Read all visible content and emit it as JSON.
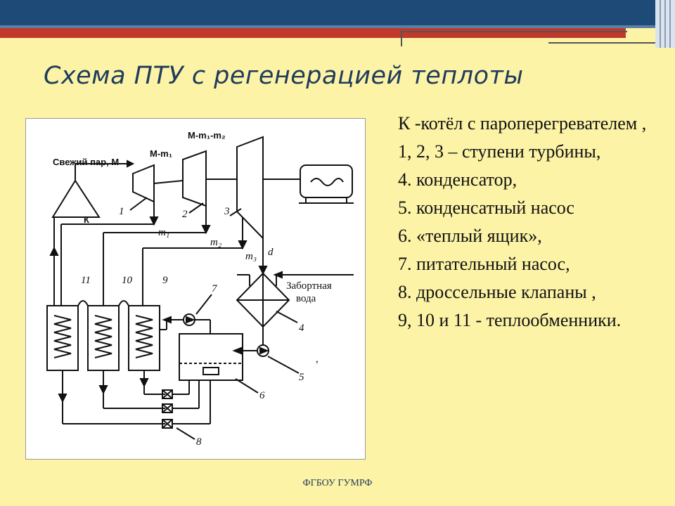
{
  "slide": {
    "title": "Схема ПТУ с регенерацией теплоты",
    "footer": "ФГБОУ ГУМРФ"
  },
  "diagram": {
    "fresh_steam_label": "Свежий пар, М",
    "boiler_label": "К",
    "flow_label_1": "М-m₁",
    "flow_label_2": "М-m₁-m₂",
    "stage_labels": [
      "1",
      "2",
      "3"
    ],
    "extraction_labels": [
      "m₁",
      "m₂",
      "m₃"
    ],
    "exhaust_label": "d",
    "heat_exchanger_labels": [
      "11",
      "10",
      "9"
    ],
    "pump_label": "7",
    "sea_water_label_1": "Забортная",
    "sea_water_label_2": "вода",
    "condenser_label": "4",
    "condensate_pump_label": "5",
    "hot_well_label": "6",
    "throttle_label": "8",
    "stray_mark": ","
  },
  "legend": {
    "items": [
      "К -котёл с пароперегревателем ,",
      "1, 2, 3 – ступени турбины,",
      "4. конденсатор,",
      "5. конденсатный насос",
      "6. «теплый ящик»,",
      "7. питательный насос,",
      "8. дроссельные клапаны ,",
      "9, 10 и 11 - теплообменники."
    ]
  },
  "colors": {
    "background": "#fcf3a6",
    "title": "#1f3b5c",
    "top_band": "#1e4a78",
    "accent_red": "#c0392b"
  }
}
